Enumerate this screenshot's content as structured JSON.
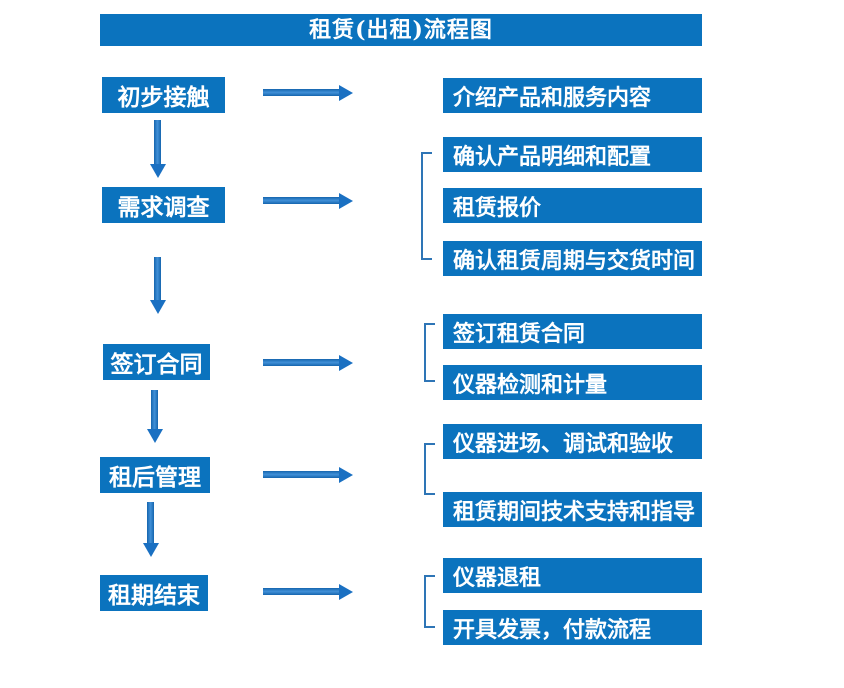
{
  "title": "租赁(出租)流程图",
  "left_steps": [
    {
      "label": "初步接触"
    },
    {
      "label": "需求调查"
    },
    {
      "label": "签订合同"
    },
    {
      "label": "租后管理"
    },
    {
      "label": "租期结束"
    }
  ],
  "right_steps": [
    {
      "label": "介绍产品和服务内容"
    },
    {
      "label": "确认产品明细和配置"
    },
    {
      "label": "租赁报价"
    },
    {
      "label": "确认租赁周期与交货时间"
    },
    {
      "label": "签订租赁合同"
    },
    {
      "label": "仪器检测和计量"
    },
    {
      "label": "仪器进场、调试和验收"
    },
    {
      "label": "租赁期间技术支持和指导"
    },
    {
      "label": "仪器退租"
    },
    {
      "label": "开具发票，付款流程"
    }
  ],
  "colors": {
    "box_blue": "#0b73be",
    "arrow_blue": "#1a70c2",
    "bracket_blue": "#2e75b6",
    "text_white": "#ffffff"
  }
}
